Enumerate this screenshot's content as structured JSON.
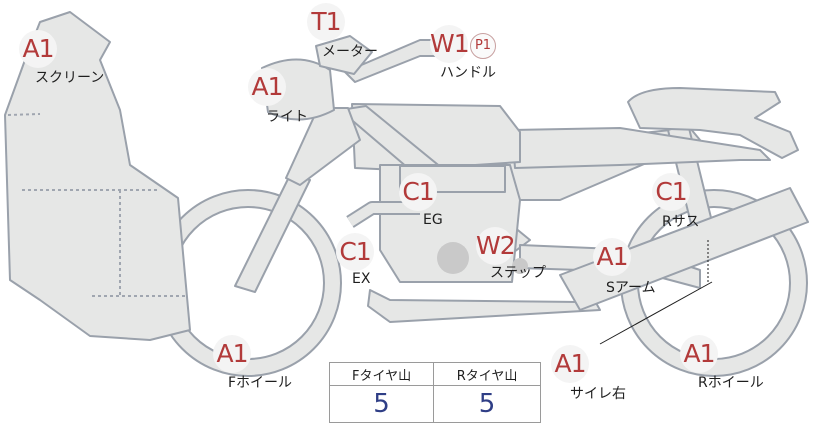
{
  "parts": {
    "screen": {
      "grade": "A1",
      "label": "スクリーン"
    },
    "meter": {
      "grade": "T1",
      "label": "メーター"
    },
    "handle": {
      "grade": "W1",
      "sub_grade": "P1",
      "label": "ハンドル"
    },
    "light": {
      "grade": "A1",
      "label": "ライト"
    },
    "engine": {
      "grade": "C1",
      "label": "EG"
    },
    "exhaust": {
      "grade": "C1",
      "label": "EX"
    },
    "step": {
      "grade": "W2",
      "label": "ステップ"
    },
    "rear_suspension": {
      "grade": "C1",
      "label": "Rサス"
    },
    "swing_arm": {
      "grade": "A1",
      "label": "Sアーム"
    },
    "front_wheel": {
      "grade": "A1",
      "label": "Fホイール"
    },
    "silencer_right": {
      "grade": "A1",
      "label": "サイレ右"
    },
    "rear_wheel": {
      "grade": "A1",
      "label": "Rホイール"
    }
  },
  "tread_table": {
    "front_header": "Fタイヤ山",
    "rear_header": "Rタイヤ山",
    "front_value": "5",
    "rear_value": "5"
  },
  "colors": {
    "part_fill": "#e6e7e6",
    "part_stroke": "#9aa1ab",
    "grade_text": "#b23a3a",
    "value_text": "#2f3e86"
  }
}
